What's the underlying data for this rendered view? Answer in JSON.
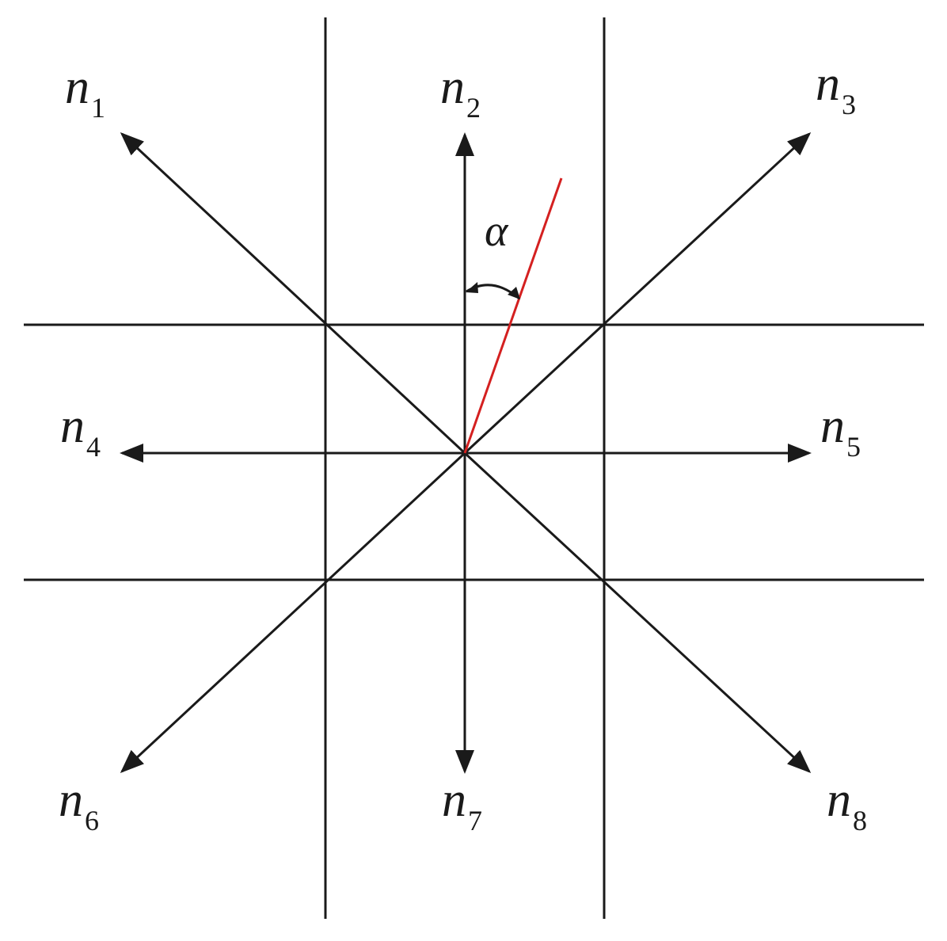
{
  "colors": {
    "line": "#1a1a1a",
    "highlight": "#d42020"
  },
  "directions": [
    {
      "id": "n1",
      "base": "n",
      "sub": "1"
    },
    {
      "id": "n2",
      "base": "n",
      "sub": "2"
    },
    {
      "id": "n3",
      "base": "n",
      "sub": "3"
    },
    {
      "id": "n4",
      "base": "n",
      "sub": "4"
    },
    {
      "id": "n5",
      "base": "n",
      "sub": "5"
    },
    {
      "id": "n6",
      "base": "n",
      "sub": "6"
    },
    {
      "id": "n7",
      "base": "n",
      "sub": "7"
    },
    {
      "id": "n8",
      "base": "n",
      "sub": "8"
    }
  ],
  "angle_label": "α"
}
